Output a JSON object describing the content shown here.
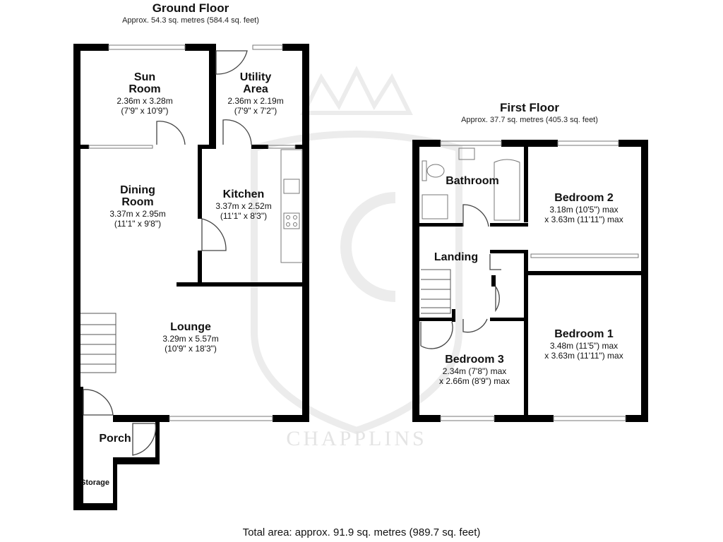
{
  "ground_floor": {
    "title": "Ground Floor",
    "area": "Approx. 54.3 sq. metres (584.4 sq. feet)",
    "rooms": {
      "sun_room": {
        "name_line1": "Sun",
        "name_line2": "Room",
        "metric": "2.36m x 3.28m",
        "imperial": "(7'9\" x 10'9\")"
      },
      "utility": {
        "name_line1": "Utility",
        "name_line2": "Area",
        "metric": "2.36m x 2.19m",
        "imperial": "(7'9\" x 7'2\")"
      },
      "dining": {
        "name_line1": "Dining",
        "name_line2": "Room",
        "metric": "3.37m x 2.95m",
        "imperial": "(11'1\" x 9'8\")"
      },
      "kitchen": {
        "name": "Kitchen",
        "metric": "3.37m x 2.52m",
        "imperial": "(11'1\" x 8'3\")"
      },
      "lounge": {
        "name": "Lounge",
        "metric": "3.29m x 5.57m",
        "imperial": "(10'9\" x 18'3\")"
      },
      "porch": {
        "name": "Porch"
      },
      "storage": {
        "name": "Storage"
      }
    }
  },
  "first_floor": {
    "title": "First Floor",
    "area": "Approx. 37.7 sq. metres (405.3 sq. feet)",
    "rooms": {
      "bathroom": {
        "name": "Bathroom"
      },
      "landing": {
        "name": "Landing"
      },
      "bedroom2": {
        "name": "Bedroom 2",
        "metric": "3.18m (10'5\") max",
        "imperial": "x 3.63m (11'11\") max"
      },
      "bedroom1": {
        "name": "Bedroom 1",
        "metric": "3.48m (11'5\") max",
        "imperial": "x 3.63m (11'11\") max"
      },
      "bedroom3": {
        "name": "Bedroom 3",
        "metric": "2.34m (7'8\") max",
        "imperial": "x 2.66m (8'9\") max"
      }
    }
  },
  "total_area": "Total area: approx. 91.9 sq. metres (989.7 sq. feet)",
  "watermark": "CHAPPLINS",
  "colors": {
    "wall": "#000000",
    "fixture": "#888888",
    "watermark": "#e6e6e6"
  }
}
